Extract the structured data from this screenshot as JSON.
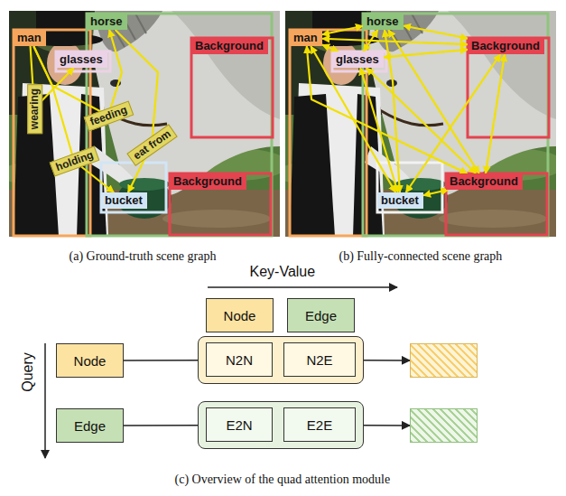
{
  "diagram": {
    "nodes": [
      {
        "text": [
          "man"
        ]
      },
      {
        "text": [
          "glasses"
        ]
      },
      {
        "text": [
          "horse"
        ]
      },
      {
        "text": [
          "Background"
        ]
      },
      {
        "text": [
          "bucket"
        ]
      },
      {
        "text": [
          "Background"
        ]
      },
      {
        "text": [
          "man"
        ]
      },
      {
        "text": [
          "glasses"
        ]
      },
      {
        "text": [
          "horse"
        ]
      },
      {
        "text": [
          "Background"
        ]
      },
      {
        "text": [
          "bucket"
        ]
      },
      {
        "text": [
          "Background"
        ]
      },
      {
        "text": [
          "Node"
        ]
      },
      {
        "text": [
          "Edge"
        ]
      },
      {
        "text": [
          "Node"
        ]
      },
      {
        "text": []
      },
      {
        "text": [
          "N2N"
        ],
        "in": 15
      },
      {
        "text": [
          "N2E"
        ],
        "in": 15
      },
      {
        "text": []
      },
      {
        "text": [
          "Edge"
        ]
      },
      {
        "text": []
      },
      {
        "text": [
          "E2N"
        ],
        "in": 20
      },
      {
        "text": [
          "E2E"
        ],
        "in": 20
      },
      {
        "text": []
      }
    ],
    "edges": [
      {
        "from": 0,
        "to": 1,
        "arrow": "to",
        "label": "wearing"
      },
      {
        "from": 0,
        "to": 2,
        "arrow": "to",
        "label": "feeding"
      },
      {
        "from": 0,
        "to": 4,
        "arrow": "to",
        "label": "holding"
      },
      {
        "from": 2,
        "to": 4,
        "arrow": "to",
        "label": "eat from"
      },
      {
        "from": 6,
        "to": 7,
        "arrow": "both"
      },
      {
        "from": 6,
        "to": 8,
        "arrow": "both"
      },
      {
        "from": 6,
        "to": 9,
        "arrow": "both"
      },
      {
        "from": 6,
        "to": 10,
        "arrow": "both"
      },
      {
        "from": 6,
        "to": 11,
        "arrow": "both"
      },
      {
        "from": 7,
        "to": 8,
        "arrow": "both"
      },
      {
        "from": 7,
        "to": 9,
        "arrow": "both"
      },
      {
        "from": 7,
        "to": 10,
        "arrow": "both"
      },
      {
        "from": 7,
        "to": 11,
        "arrow": "both"
      },
      {
        "from": 8,
        "to": 9,
        "arrow": "both"
      },
      {
        "from": 8,
        "to": 10,
        "arrow": "both"
      },
      {
        "from": 8,
        "to": 11,
        "arrow": "both"
      },
      {
        "from": 9,
        "to": 10,
        "arrow": "both"
      },
      {
        "from": 9,
        "to": 11,
        "arrow": "both"
      },
      {
        "from": 10,
        "to": 11,
        "arrow": "both"
      },
      {
        "from": 14,
        "to": 15,
        "arrow": "none"
      },
      {
        "from": 15,
        "to": 18,
        "arrow": "to"
      },
      {
        "from": 19,
        "to": 20,
        "arrow": "none"
      },
      {
        "from": 20,
        "to": 23,
        "arrow": "to"
      }
    ],
    "labels": [
      "(a) Ground-truth scene graph",
      "(b) Fully-connected scene graph",
      "Key-Value",
      "Query",
      "(c) Overview of the quad attention module"
    ]
  }
}
